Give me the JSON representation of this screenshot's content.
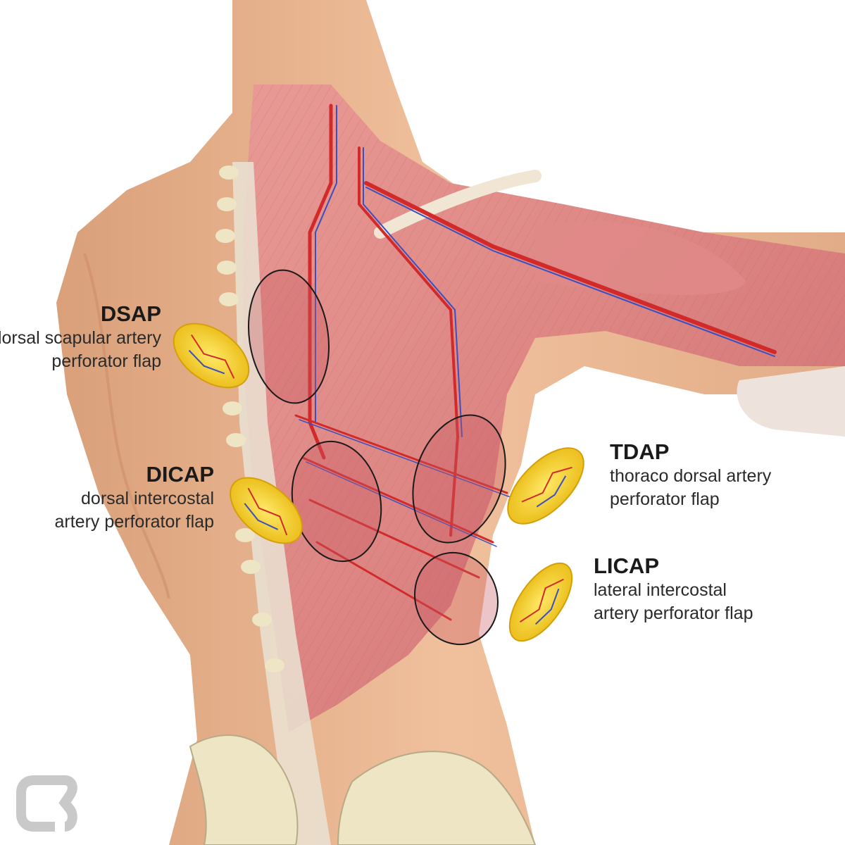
{
  "flaps": [
    {
      "abbr": "DSAP",
      "line1": "dorsal scapular artery",
      "line2": "perforator flap"
    },
    {
      "abbr": "DICAP",
      "line1": "dorsal intercostal",
      "line2": "artery perforator flap"
    },
    {
      "abbr": "TDAP",
      "line1": "thoraco dorsal artery",
      "line2": "perforator flap"
    },
    {
      "abbr": "LICAP",
      "line1": "lateral intercostal",
      "line2": "artery perforator flap"
    }
  ],
  "colors": {
    "skin": "#e8b48f",
    "muscle": "#d9787a",
    "bone": "#ede5c4",
    "fat": "#f3d62a",
    "artery": "#d22a2a",
    "vein": "#3a4fc0"
  },
  "logo": {
    "icon": "cb-logo-icon"
  }
}
